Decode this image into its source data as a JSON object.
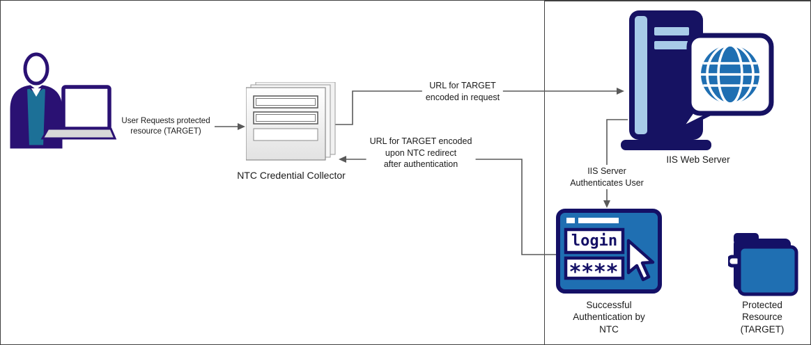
{
  "diagram": {
    "labels": {
      "collector": "NTC Credential Collector",
      "iis": "IIS Web Server",
      "login": "Successful\nAuthentication by\nNTC",
      "resource": "Protected\nResource\n(TARGET)"
    },
    "edges": {
      "user_request": "User Requests protected\nresource (TARGET)",
      "url_request": "URL for TARGET\nencoded in request",
      "ntc_redirect": "URL for TARGET encoded\nupon NTC redirect\nafter authentication",
      "iis_auth": "IIS Server\nAuthenticates User"
    },
    "login_window": {
      "username_text": "login",
      "password_mask": "****"
    },
    "colors": {
      "navy": "#141066",
      "blue": "#1f6fb2",
      "light_blue": "#a8cbe8",
      "person_outline": "#2a1173",
      "connector": "#595959"
    }
  }
}
